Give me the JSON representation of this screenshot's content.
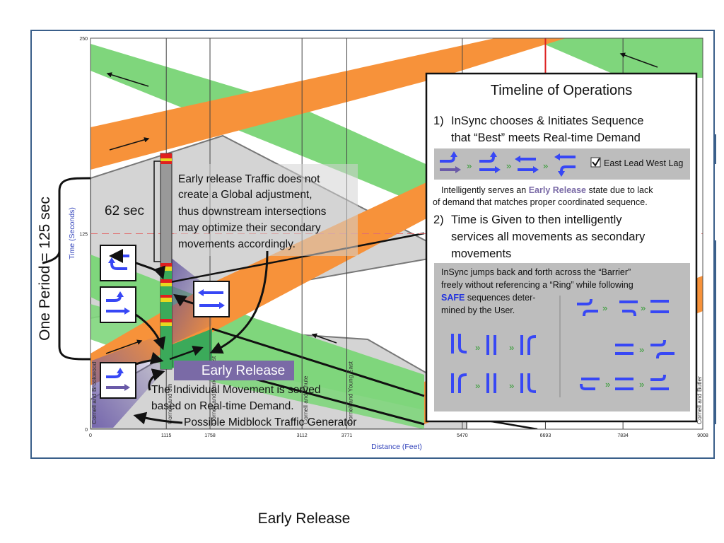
{
  "colors": {
    "orange": "#F7923A",
    "green": "#7FD67C",
    "dark_green": "#3BAA5A",
    "gray_band": "#D4D4D4",
    "frame": "#3A5F8A",
    "blue_arrow": "#3747F5",
    "purple": "#7A6AA6",
    "axis_label": "#3344BB",
    "bullet_green": "#2E9A2E",
    "panel_gray": "#BDBDBD"
  },
  "chart_data": {
    "type": "time-space diagram",
    "xlabel": "Distance (Feet)",
    "ylabel": "Time (Seconds)",
    "xlim": [
      0,
      9008
    ],
    "ylim": [
      0,
      250
    ],
    "x_ticks": [
      0,
      1115,
      1758,
      3112,
      3771,
      5470,
      6693,
      7834,
      9008
    ],
    "y_ticks": [
      0,
      125,
      250
    ],
    "intersections": [
      {
        "x": 0,
        "label": "Cornell and Brookwood"
      },
      {
        "x": 1115,
        "label": "Cornell and 8th"
      },
      {
        "x": 1758,
        "label": "Cornell and Parking West"
      },
      {
        "x": 3112,
        "label": "Cornell and Chute"
      },
      {
        "x": 3771,
        "label": "Cornell and Young East"
      },
      {
        "x": 9008,
        "label": "Cornell and Butler"
      }
    ],
    "period_line_y": 125,
    "marker_x": 6693
  },
  "annotations": {
    "one_period": "One Period = 125 sec",
    "sec62": "62 sec",
    "early_release_note": [
      "Early release Traffic does not",
      "create a Global adjustment,",
      "thus downstream intersections",
      "may optimize their secondary",
      "movements accordingly."
    ],
    "early_release_label": "Early Release",
    "individual_movement": [
      "The Individual Movement is served",
      "based on Real-time Demand."
    ],
    "midblock": "Possible Midblock Traffic Generator"
  },
  "panel": {
    "title": "Timeline of Operations",
    "item1_num": "1)",
    "item1_lines": [
      "InSync chooses & Initiates Sequence",
      "that “Best” meets Real-time Demand"
    ],
    "checkbox_label": "East Lead West Lag",
    "early_line1_pre": "Intelligently serves an ",
    "early_line1_hl": "Early Release",
    "early_line1_post": " state due to lack",
    "early_line2": "of demand that matches proper coordinated sequence.",
    "item2_num": "2)",
    "item2_lines": [
      "Time is Given to then intelligently",
      "services all movements as secondary",
      "movements"
    ],
    "box_lines": [
      "InSync jumps back and forth across the “Barrier”",
      "freely without referencing a “Ring” while following"
    ],
    "safe_word": "SAFE",
    "safe_rest": " sequences deter-",
    "safe_line2": "mined by the User.",
    "chevrons": "»"
  },
  "caption": "Early Release"
}
